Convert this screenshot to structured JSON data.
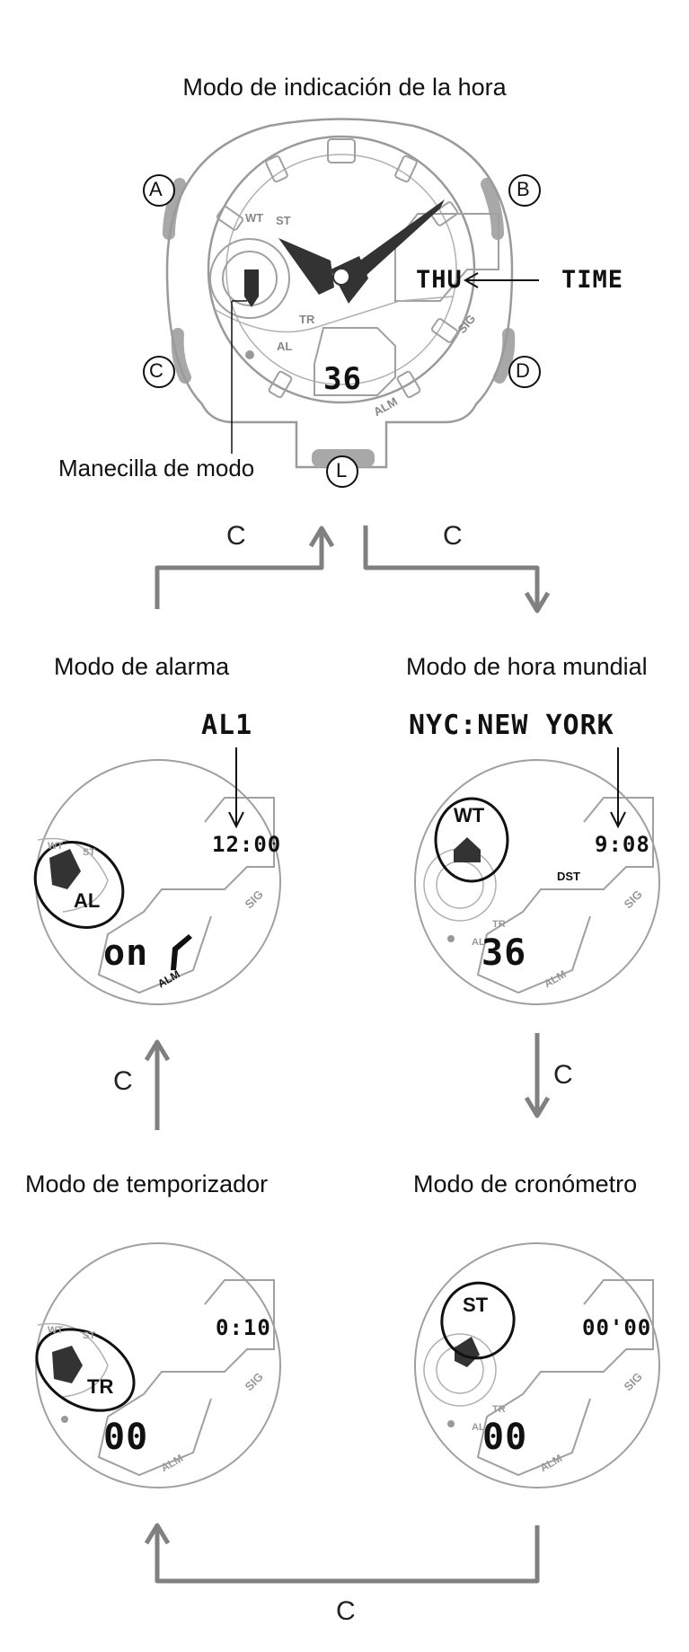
{
  "main_watch": {
    "title": "Modo de indicación de la hora",
    "day": "THU",
    "seconds": "36",
    "time_label": "TIME",
    "hand_label": "Manecilla de modo",
    "buttons": [
      "A",
      "B",
      "C",
      "D",
      "L"
    ],
    "dial_labels": [
      "WT",
      "ST",
      "TR",
      "AL",
      "SIG",
      "ALM"
    ]
  },
  "alarm_mode": {
    "title": "Modo de alarma",
    "top_text": "AL1",
    "time": "12:00",
    "state": "on",
    "hand_label": "AL",
    "dial_labels": [
      "WT",
      "ST",
      "SIG",
      "ALM"
    ]
  },
  "world_time_mode": {
    "title": "Modo de hora mundial",
    "top_text": "NYC:NEW YORK",
    "time": "9:08",
    "dst": "DST",
    "seconds": "36",
    "hand_label": "WT",
    "dial_labels": [
      "TR",
      "AL",
      "SIG",
      "ALM"
    ]
  },
  "timer_mode": {
    "title": "Modo de temporizador",
    "time": "0:10",
    "lower": "00",
    "hand_label": "TR",
    "dial_labels": [
      "WT",
      "ST",
      "SIG",
      "ALM"
    ]
  },
  "stopwatch_mode": {
    "title": "Modo de cronómetro",
    "time": "00'00",
    "lower": "00",
    "hand_label": "ST",
    "dial_labels": [
      "TR",
      "AL",
      "SIG",
      "ALM"
    ]
  },
  "transitions": {
    "c_label": "C"
  },
  "colors": {
    "outline": "#9a9a9a",
    "button_fill": "#a8a8a8",
    "hand": "#333333",
    "arrow_gray": "#808080",
    "text": "#111111"
  }
}
